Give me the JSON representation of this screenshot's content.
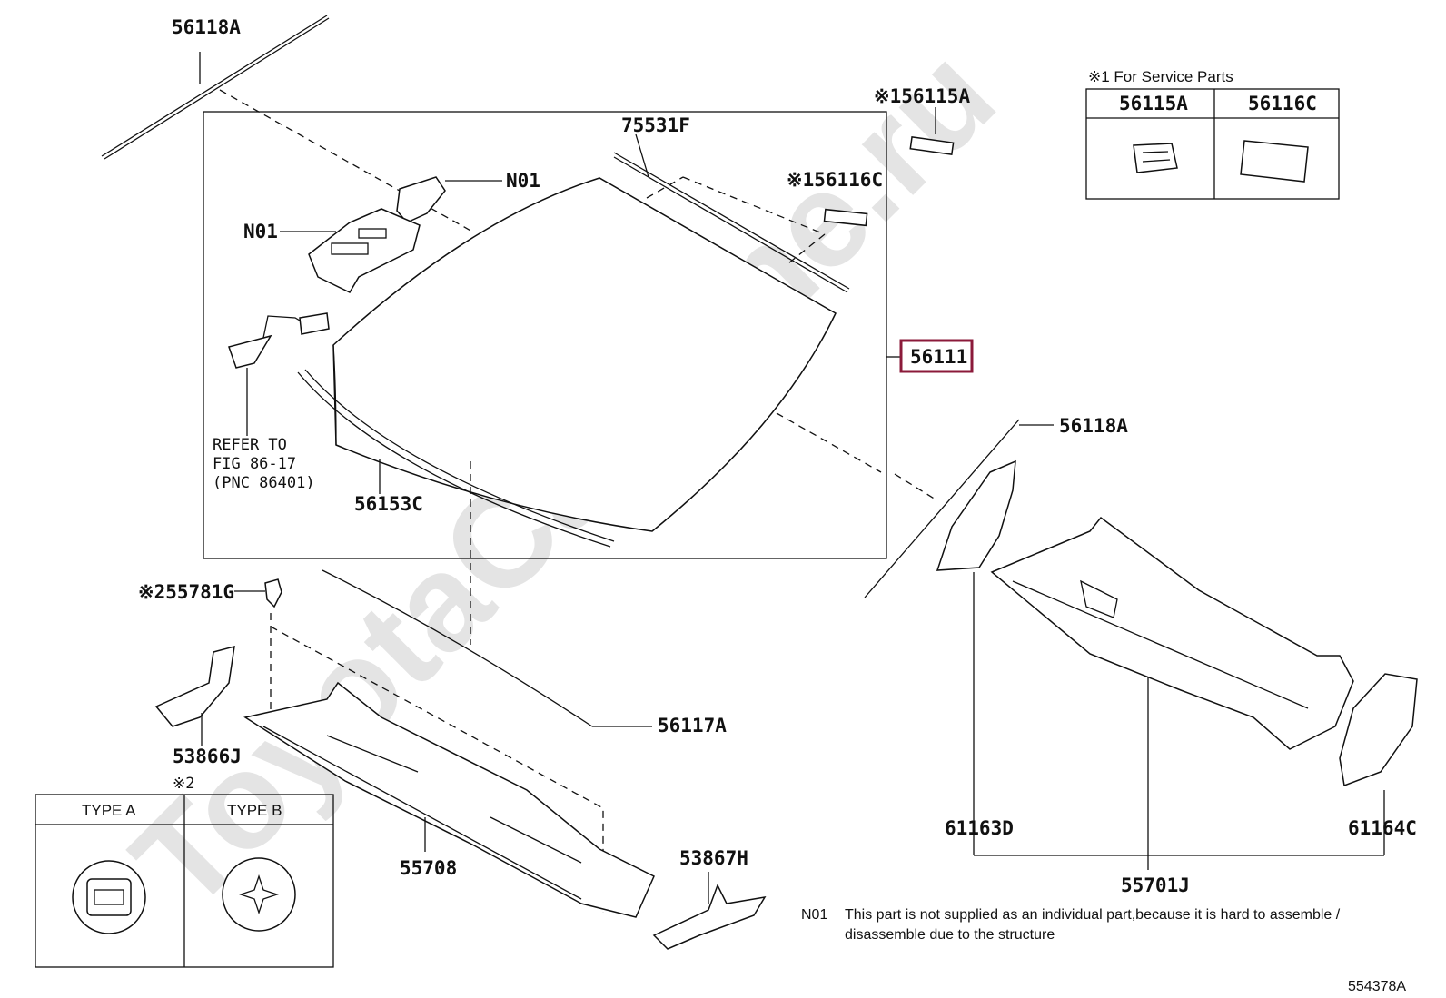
{
  "watermark": "ToyotaCarMine.ru",
  "diagram_id": "554378A",
  "service_parts": {
    "title": "※1 For Service Parts",
    "col1": "56115A",
    "col2": "56116C"
  },
  "clip_types": {
    "marker": "※2",
    "type_a": "TYPE A",
    "type_b": "TYPE B"
  },
  "labels": {
    "p56118A_top": "56118A",
    "p75531F": "75531F",
    "pN01_right": "N01",
    "pN01_left": "N01",
    "p56115A": "※156115A",
    "p56116C": "※156116C",
    "p56111": "56111",
    "p56118A_right": "56118A",
    "refer_line1": "REFER TO",
    "refer_line2": "FIG 86-17",
    "refer_line3": "(PNC 86401)",
    "p56153C": "56153C",
    "p55781G": "※255781G",
    "p56117A": "56117A",
    "p53866J": "53866J",
    "p55708": "55708",
    "p53867H": "53867H",
    "p61163D": "61163D",
    "p61164C": "61164C",
    "p55701J": "55701J"
  },
  "note": {
    "code": "N01",
    "line1": "This part is not supplied as an individual part,because it is hard to assemble /",
    "line2": "disassemble due to the structure"
  },
  "highlight_color": "#8b1a3a"
}
